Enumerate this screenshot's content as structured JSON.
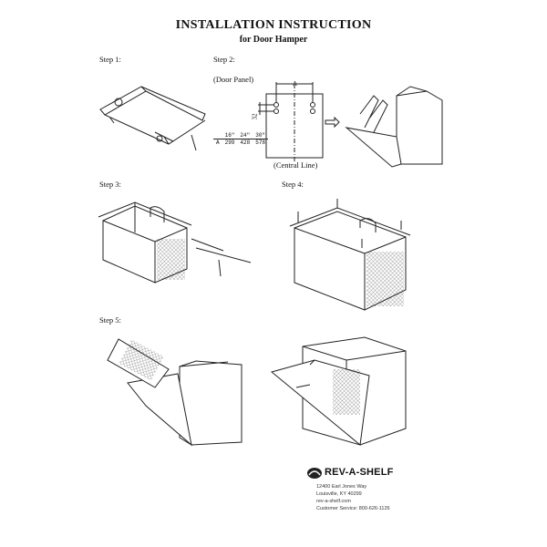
{
  "header": {
    "title": "INSTALLATION INSTRUCTION",
    "subtitle": "for Door Hamper"
  },
  "steps": {
    "s1": "Step 1:",
    "s2": "Step 2:",
    "s3": "Step 3:",
    "s4": "Step 4:",
    "s5": "Step 5:"
  },
  "step2": {
    "door_panel": "(Door Panel)",
    "central_line": "(Central Line)",
    "dim_a": "A",
    "dim_32": "32",
    "table": {
      "headers": [
        "",
        "16\"",
        "24\"",
        "30\""
      ],
      "row": [
        "A",
        "299",
        "428",
        "578"
      ]
    }
  },
  "footer": {
    "brand": "REV-A-SHELF",
    "address1": "12400 Earl Jones Way",
    "address2": "Louisville, KY 40299",
    "website": "rev-a-shelf.com",
    "service": "Customer Service: 800-626-1126"
  }
}
